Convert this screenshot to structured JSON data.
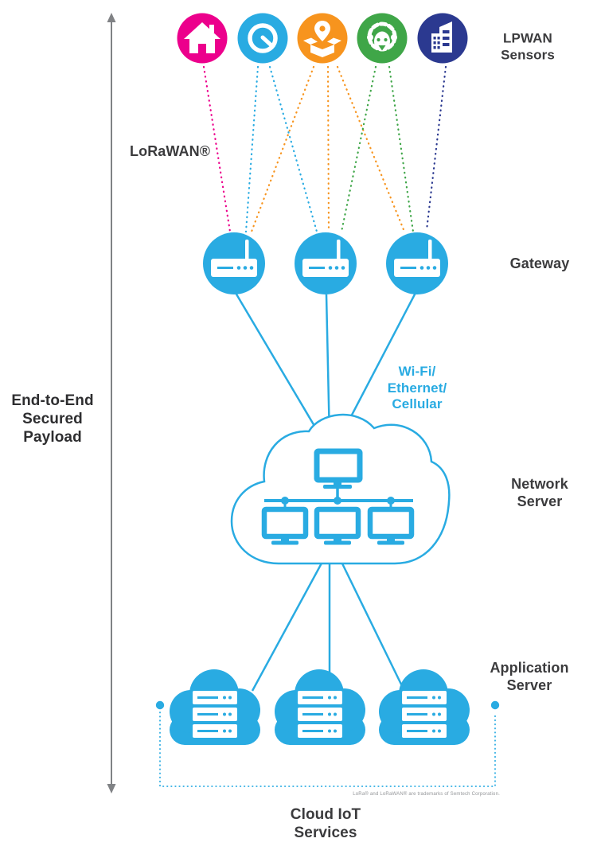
{
  "labels": {
    "lpwan_sensors": "LPWAN\nSensors",
    "lorawan": "LoRaWAN®",
    "gateway": "Gateway",
    "wifi_ethernet_cellular": "Wi-Fi/\nEthernet/\nCellular",
    "end_to_end": "End-to-End\nSecured\nPayload",
    "network_server": "Network\nServer",
    "application_server": "Application\nServer",
    "cloud_iot": "Cloud IoT\nServices",
    "trademark": "LoRa® and LoRaWAN® are trademarks of Semtech Corporation."
  },
  "colors": {
    "magenta": "#EC008C",
    "blue": "#29ABE2",
    "orange": "#F7941E",
    "green": "#3FA648",
    "navy": "#2B3990",
    "text_dark": "#3B3B3D",
    "arrow_gray": "#808285",
    "trademark_gray": "#939598"
  },
  "sensors": [
    {
      "name": "home",
      "icon": "house-icon",
      "color": "#EC008C"
    },
    {
      "name": "metering",
      "icon": "gauge-icon",
      "color": "#29ABE2"
    },
    {
      "name": "asset-tracking",
      "icon": "package-pin-icon",
      "color": "#F7941E"
    },
    {
      "name": "livestock",
      "icon": "sheep-icon",
      "color": "#3FA648"
    },
    {
      "name": "smart-building",
      "icon": "buildings-icon",
      "color": "#2B3990"
    }
  ],
  "gateways": {
    "count": 3,
    "icon": "router-icon"
  },
  "network_server": {
    "icon": "lan-monitors-icon"
  },
  "application_servers": {
    "count": 3,
    "icon": "server-stack-icon"
  },
  "lorawan_links": [
    {
      "from": "home",
      "to": "gateway-1"
    },
    {
      "from": "metering",
      "to": "gateway-1"
    },
    {
      "from": "metering",
      "to": "gateway-2"
    },
    {
      "from": "asset-tracking",
      "to": "gateway-1"
    },
    {
      "from": "asset-tracking",
      "to": "gateway-2"
    },
    {
      "from": "asset-tracking",
      "to": "gateway-3"
    },
    {
      "from": "livestock",
      "to": "gateway-2"
    },
    {
      "from": "livestock",
      "to": "gateway-3"
    },
    {
      "from": "smart-building",
      "to": "gateway-3"
    }
  ]
}
